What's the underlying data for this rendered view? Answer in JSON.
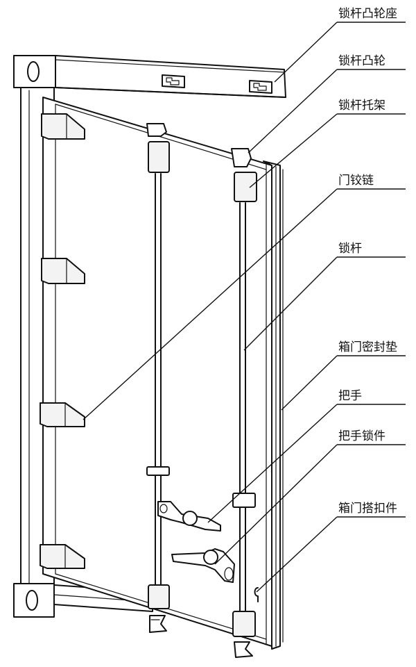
{
  "labels": {
    "lock_rod_cam_seat": "锁杆凸轮座",
    "lock_rod_cam": "锁杆凸轮",
    "lock_rod_bracket": "锁杆托架",
    "door_hinge": "门铰链",
    "lock_rod": "锁杆",
    "door_seal_gasket": "箱门密封垫",
    "handle": "把手",
    "handle_lock": "把手锁件",
    "door_hook_fitting": "箱门搭扣件"
  },
  "colors": {
    "ink": "#111111",
    "paper": "#ffffff"
  }
}
